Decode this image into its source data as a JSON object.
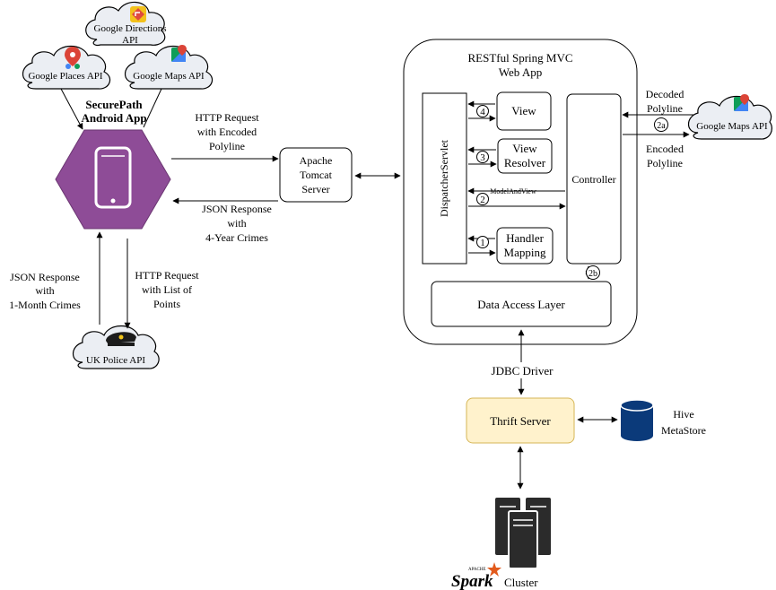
{
  "clouds": {
    "google_directions": [
      "Google Directions",
      "API"
    ],
    "google_places": "Google Places API",
    "google_maps_left": "Google Maps API",
    "google_maps_right": "Google Maps API",
    "uk_police": "UK Police API"
  },
  "android_app": [
    "SecurePath",
    "Android App"
  ],
  "labels": {
    "http_request_polyline": [
      "HTTP Request",
      "with Encoded",
      "Polyline"
    ],
    "json_response_4yr": [
      "JSON Response",
      "with",
      "4-Year Crimes"
    ],
    "json_response_1mo": [
      "JSON Response",
      "with",
      "1-Month Crimes"
    ],
    "http_request_points": [
      "HTTP Request",
      "with List of",
      "Points"
    ],
    "decoded_polyline": [
      "Decoded",
      "Polyline"
    ],
    "encoded_polyline": [
      "Encoded",
      "Polyline"
    ],
    "jdbc_driver": "JDBC Driver",
    "model_and_view": "ModelAndView"
  },
  "tomcat": [
    "Apache",
    "Tomcat",
    "Server"
  ],
  "webapp": {
    "title": [
      "RESTful Spring MVC",
      "Web App"
    ],
    "dispatcher": "DispatcherServlet",
    "view": "View",
    "view_resolver": [
      "View",
      "Resolver"
    ],
    "handler_mapping": [
      "Handler",
      "Mapping"
    ],
    "controller": "Controller",
    "data_access": "Data Access Layer",
    "steps": [
      "4",
      "3",
      "2",
      "1",
      "2a",
      "2b"
    ]
  },
  "thrift": "Thrift Server",
  "hive": [
    "Hive",
    "MetaStore"
  ],
  "spark": {
    "logo_word": "Spark",
    "logo_small": "APACHE",
    "cluster": "Cluster"
  },
  "colors": {
    "hexagon": "#8e4c97",
    "hexagon_stroke": "#6b3672",
    "cloud_fill": "#ebeef3",
    "thrift_fill": "#fff2cc",
    "thrift_stroke": "#d6b656",
    "hive": "#0b3a7a",
    "server": "#2b2b2b",
    "spark_orange": "#e25a1c"
  }
}
